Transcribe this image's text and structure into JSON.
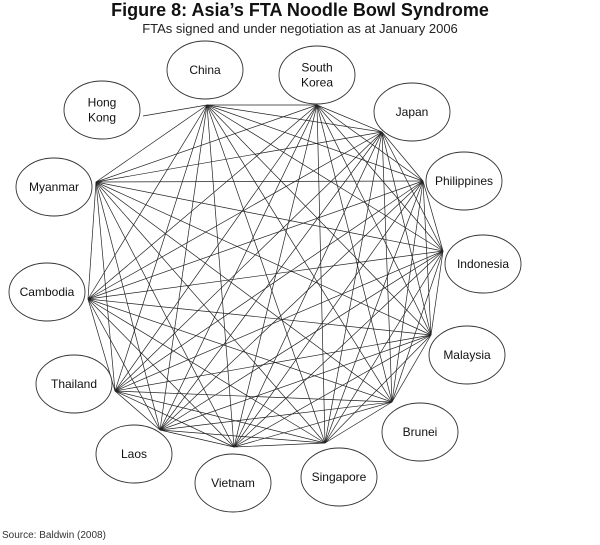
{
  "title": "Figure 8: Asia’s FTA Noodle Bowl Syndrome",
  "subtitle": "FTAs signed and under negotiation as at January 2006",
  "source": "Source:  Baldwin (2008)",
  "nodes": [
    {
      "id": "china",
      "lines": [
        "China"
      ]
    },
    {
      "id": "south-korea",
      "lines": [
        "South",
        "Korea"
      ]
    },
    {
      "id": "hong-kong",
      "lines": [
        "Hong",
        "Kong"
      ]
    },
    {
      "id": "japan",
      "lines": [
        "Japan"
      ]
    },
    {
      "id": "myanmar",
      "lines": [
        "Myanmar"
      ]
    },
    {
      "id": "philippines",
      "lines": [
        "Philippines"
      ]
    },
    {
      "id": "indonesia",
      "lines": [
        "Indonesia"
      ]
    },
    {
      "id": "cambodia",
      "lines": [
        "Cambodia"
      ]
    },
    {
      "id": "malaysia",
      "lines": [
        "Malaysia"
      ]
    },
    {
      "id": "thailand",
      "lines": [
        "Thailand"
      ]
    },
    {
      "id": "brunei",
      "lines": [
        "Brunei"
      ]
    },
    {
      "id": "laos",
      "lines": [
        "Laos"
      ]
    },
    {
      "id": "vietnam",
      "lines": [
        "Vietnam"
      ]
    },
    {
      "id": "singapore",
      "lines": [
        "Singapore"
      ]
    }
  ],
  "edges_note_free_graph": [
    "china",
    "south-korea",
    "japan",
    "myanmar",
    "philippines",
    "indonesia",
    "cambodia",
    "malaysia",
    "thailand",
    "brunei",
    "laos",
    "vietnam",
    "singapore"
  ],
  "extra_edges": [
    [
      "hong-kong",
      "china"
    ]
  ]
}
